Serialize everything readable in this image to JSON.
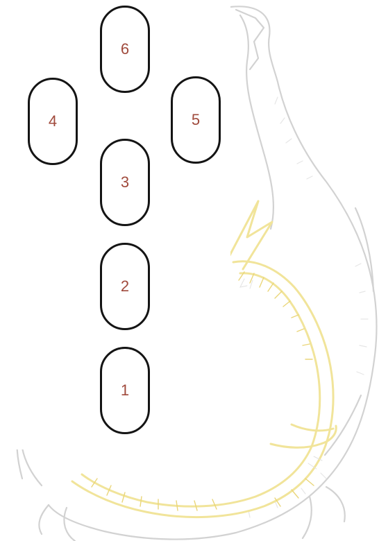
{
  "diagram": {
    "background_watermark": "serpent-in-bulb-watermark-sketch",
    "colors": {
      "outline": "#141414",
      "label": "#a04a3c",
      "watermark_line": "#d2d2d2",
      "watermark_serpent": "#f1e49a"
    },
    "nodes": [
      {
        "id": "6",
        "label": "6"
      },
      {
        "id": "4",
        "label": "4"
      },
      {
        "id": "5",
        "label": "5"
      },
      {
        "id": "3",
        "label": "3"
      },
      {
        "id": "2",
        "label": "2"
      },
      {
        "id": "1",
        "label": "1"
      }
    ]
  }
}
